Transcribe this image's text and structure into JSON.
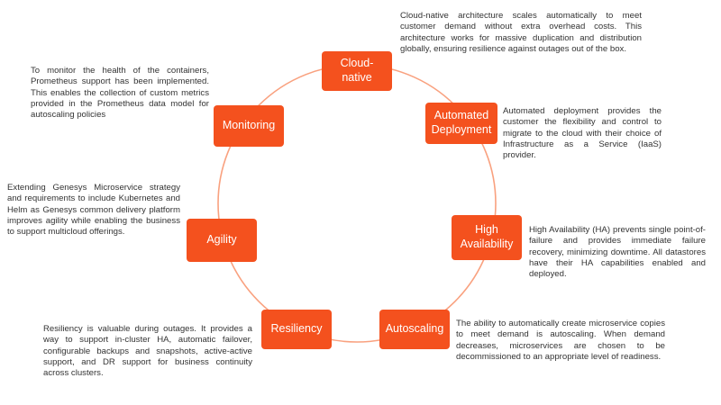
{
  "colors": {
    "node_fill": "#f4511e",
    "node_text": "#ffffff",
    "ring_stroke": "#f9a17f",
    "description_text": "#333333"
  },
  "nodes": [
    {
      "id": "cloud-native",
      "label": "Cloud-native",
      "description": "Cloud-native architecture scales automatically to meet customer demand without extra overhead costs. This architecture works for massive duplication and distribution globally, ensuring resilience against outages out of the box."
    },
    {
      "id": "automated-deployment",
      "label": "Automated Deployment",
      "description": "Automated deployment provides the customer the flexibility and control to migrate to the cloud with their choice of Infrastructure as a Service (IaaS) provider."
    },
    {
      "id": "high-availability",
      "label": "High Availability",
      "description": "High Availability (HA) prevents single point-of-failure and provides immediate failure recovery, minimizing downtime. All datastores have their HA capabilities enabled and deployed."
    },
    {
      "id": "autoscaling",
      "label": "Autoscaling",
      "description": "The ability to automatically create microservice copies to meet demand is autoscaling. When demand decreases, microservices are chosen to be decommissioned to an appropriate level of readiness."
    },
    {
      "id": "resiliency",
      "label": "Resiliency",
      "description": "Resiliency is valuable during outages. It provides a way to support in-cluster HA, automatic failover, configurable backups and snapshots, active-active support, and DR support for business continuity across clusters."
    },
    {
      "id": "agility",
      "label": "Agility",
      "description": "Extending Genesys Microservice strategy and requirements to include Kubernetes and Helm as Genesys common delivery platform improves agility while enabling the business to support multicloud offerings."
    },
    {
      "id": "monitoring",
      "label": "Monitoring",
      "description": "To monitor the health of the containers, Prometheus support has been implemented. This enables the collection of custom metrics provided in the Prometheus data model for autoscaling policies"
    }
  ]
}
